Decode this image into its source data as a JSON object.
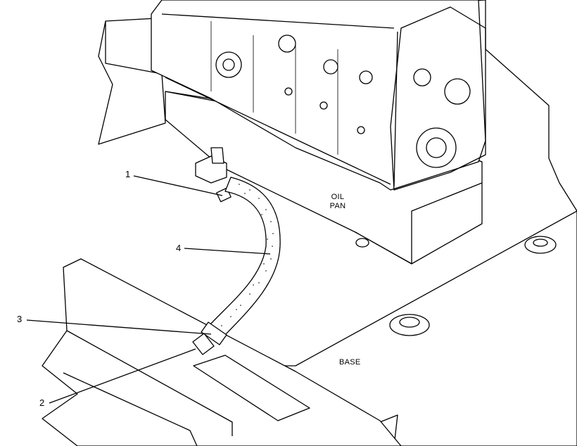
{
  "callouts": [
    {
      "id": "1",
      "text": "1"
    },
    {
      "id": "2",
      "text": "2"
    },
    {
      "id": "3",
      "text": "3"
    },
    {
      "id": "4",
      "text": "4"
    }
  ],
  "labels": {
    "oil_pan_line1": "OIL",
    "oil_pan_line2": "PAN",
    "base": "BASE"
  },
  "colors": {
    "ink": "#000000",
    "paper": "#ffffff"
  }
}
